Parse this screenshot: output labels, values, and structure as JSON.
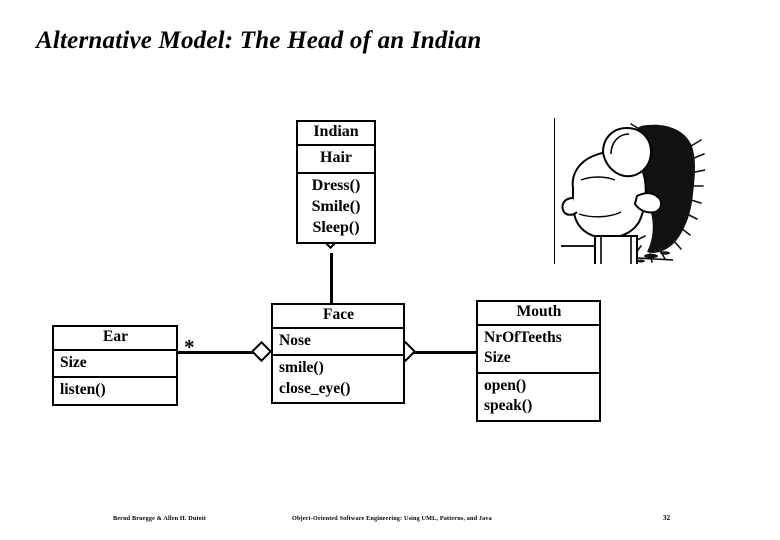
{
  "slide": {
    "title": "Alternative Model: The Head of an Indian",
    "page_number": "32"
  },
  "diagram": {
    "type": "uml-class-diagram",
    "classes": [
      {
        "id": "indian",
        "name": "Indian",
        "attributes": [
          "Hair"
        ],
        "operations": [
          "Dress()",
          "Smile()",
          "Sleep()"
        ],
        "align": "center"
      },
      {
        "id": "face",
        "name": "Face",
        "attributes": [
          "Nose"
        ],
        "operations": [
          "smile()",
          "close_eye()"
        ],
        "align": "left"
      },
      {
        "id": "ear",
        "name": "Ear",
        "attributes": [
          "Size"
        ],
        "operations": [
          "listen()"
        ],
        "align": "left"
      },
      {
        "id": "mouth",
        "name": "Mouth",
        "attributes": [
          "NrOfTeeths",
          "Size"
        ],
        "operations": [
          "open()",
          "speak()"
        ],
        "align": "left"
      }
    ],
    "associations": [
      {
        "from": "indian",
        "to": "face",
        "kind": "aggregation",
        "diamond_at": "indian",
        "multiplicity": ""
      },
      {
        "from": "face",
        "to": "ear",
        "kind": "aggregation",
        "diamond_at": "face",
        "multiplicity": "*"
      },
      {
        "from": "face",
        "to": "mouth",
        "kind": "aggregation",
        "diamond_at": "face",
        "multiplicity": ""
      }
    ],
    "multiplicity_ear": "*",
    "illustration_caption": "indian-head-cartoon"
  },
  "footer": {
    "authors": "Bernd Bruegge & Allen H. Dutoit",
    "book": "Object-Oriented Software Engineering: Using UML, Patterns, and Java",
    "page": "32"
  },
  "colors": {
    "ink": "#000000",
    "paper": "#ffffff"
  }
}
